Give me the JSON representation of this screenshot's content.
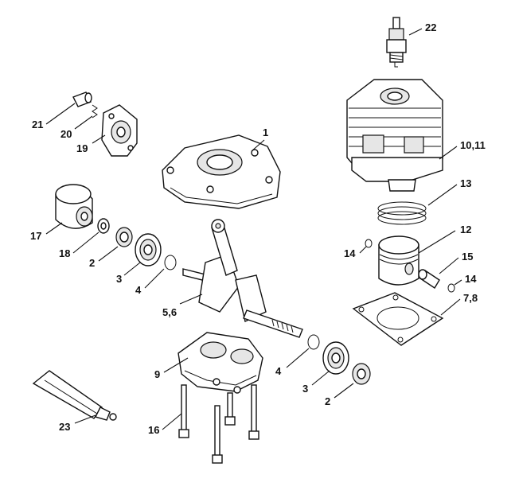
{
  "labels": {
    "l1": "1",
    "l2a": "2",
    "l2b": "2",
    "l3a": "3",
    "l3b": "3",
    "l4a": "4",
    "l4b": "4",
    "l56": "5,6",
    "l78": "7,8",
    "l9": "9",
    "l1011": "10,11",
    "l12": "12",
    "l13": "13",
    "l14a": "14",
    "l14b": "14",
    "l15": "15",
    "l16": "16",
    "l17": "17",
    "l18": "18",
    "l19": "19",
    "l20": "20",
    "l21": "21",
    "l22": "22",
    "l23": "23"
  }
}
